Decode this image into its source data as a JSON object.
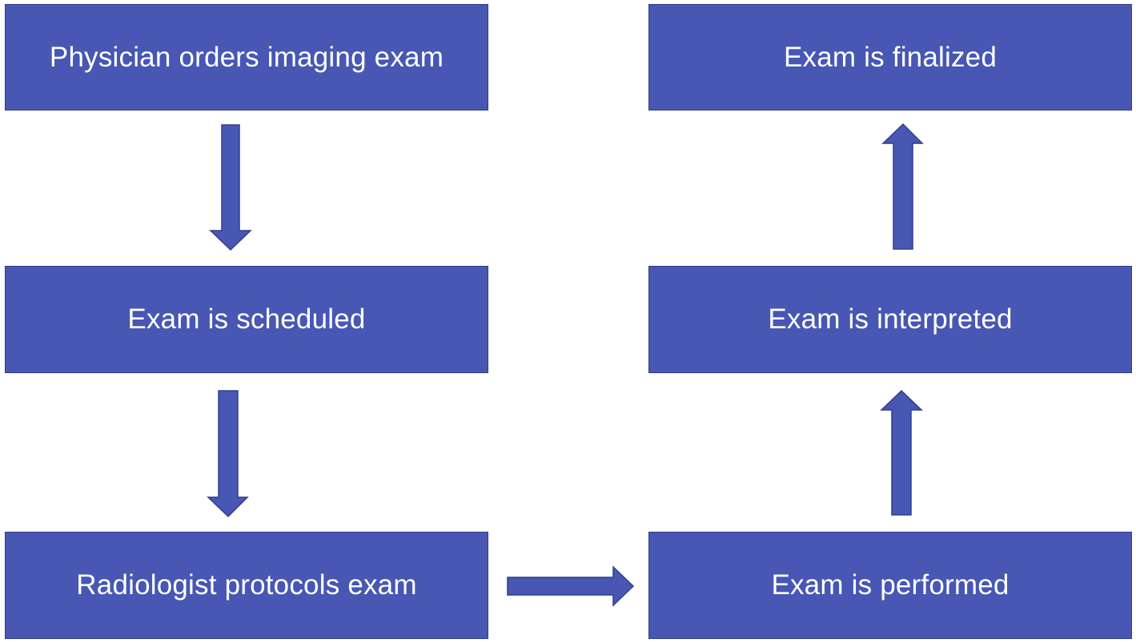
{
  "colors": {
    "box_fill": "#4757b3",
    "box_border": "#313f8c",
    "text": "#ffffff",
    "background": "#ffffff"
  },
  "steps": {
    "order": "Physician orders imaging exam",
    "scheduled": "Exam is scheduled",
    "protocol": "Radiologist protocols exam",
    "performed": "Exam is performed",
    "interpreted": "Exam is interpreted",
    "finalized": "Exam is finalized"
  }
}
